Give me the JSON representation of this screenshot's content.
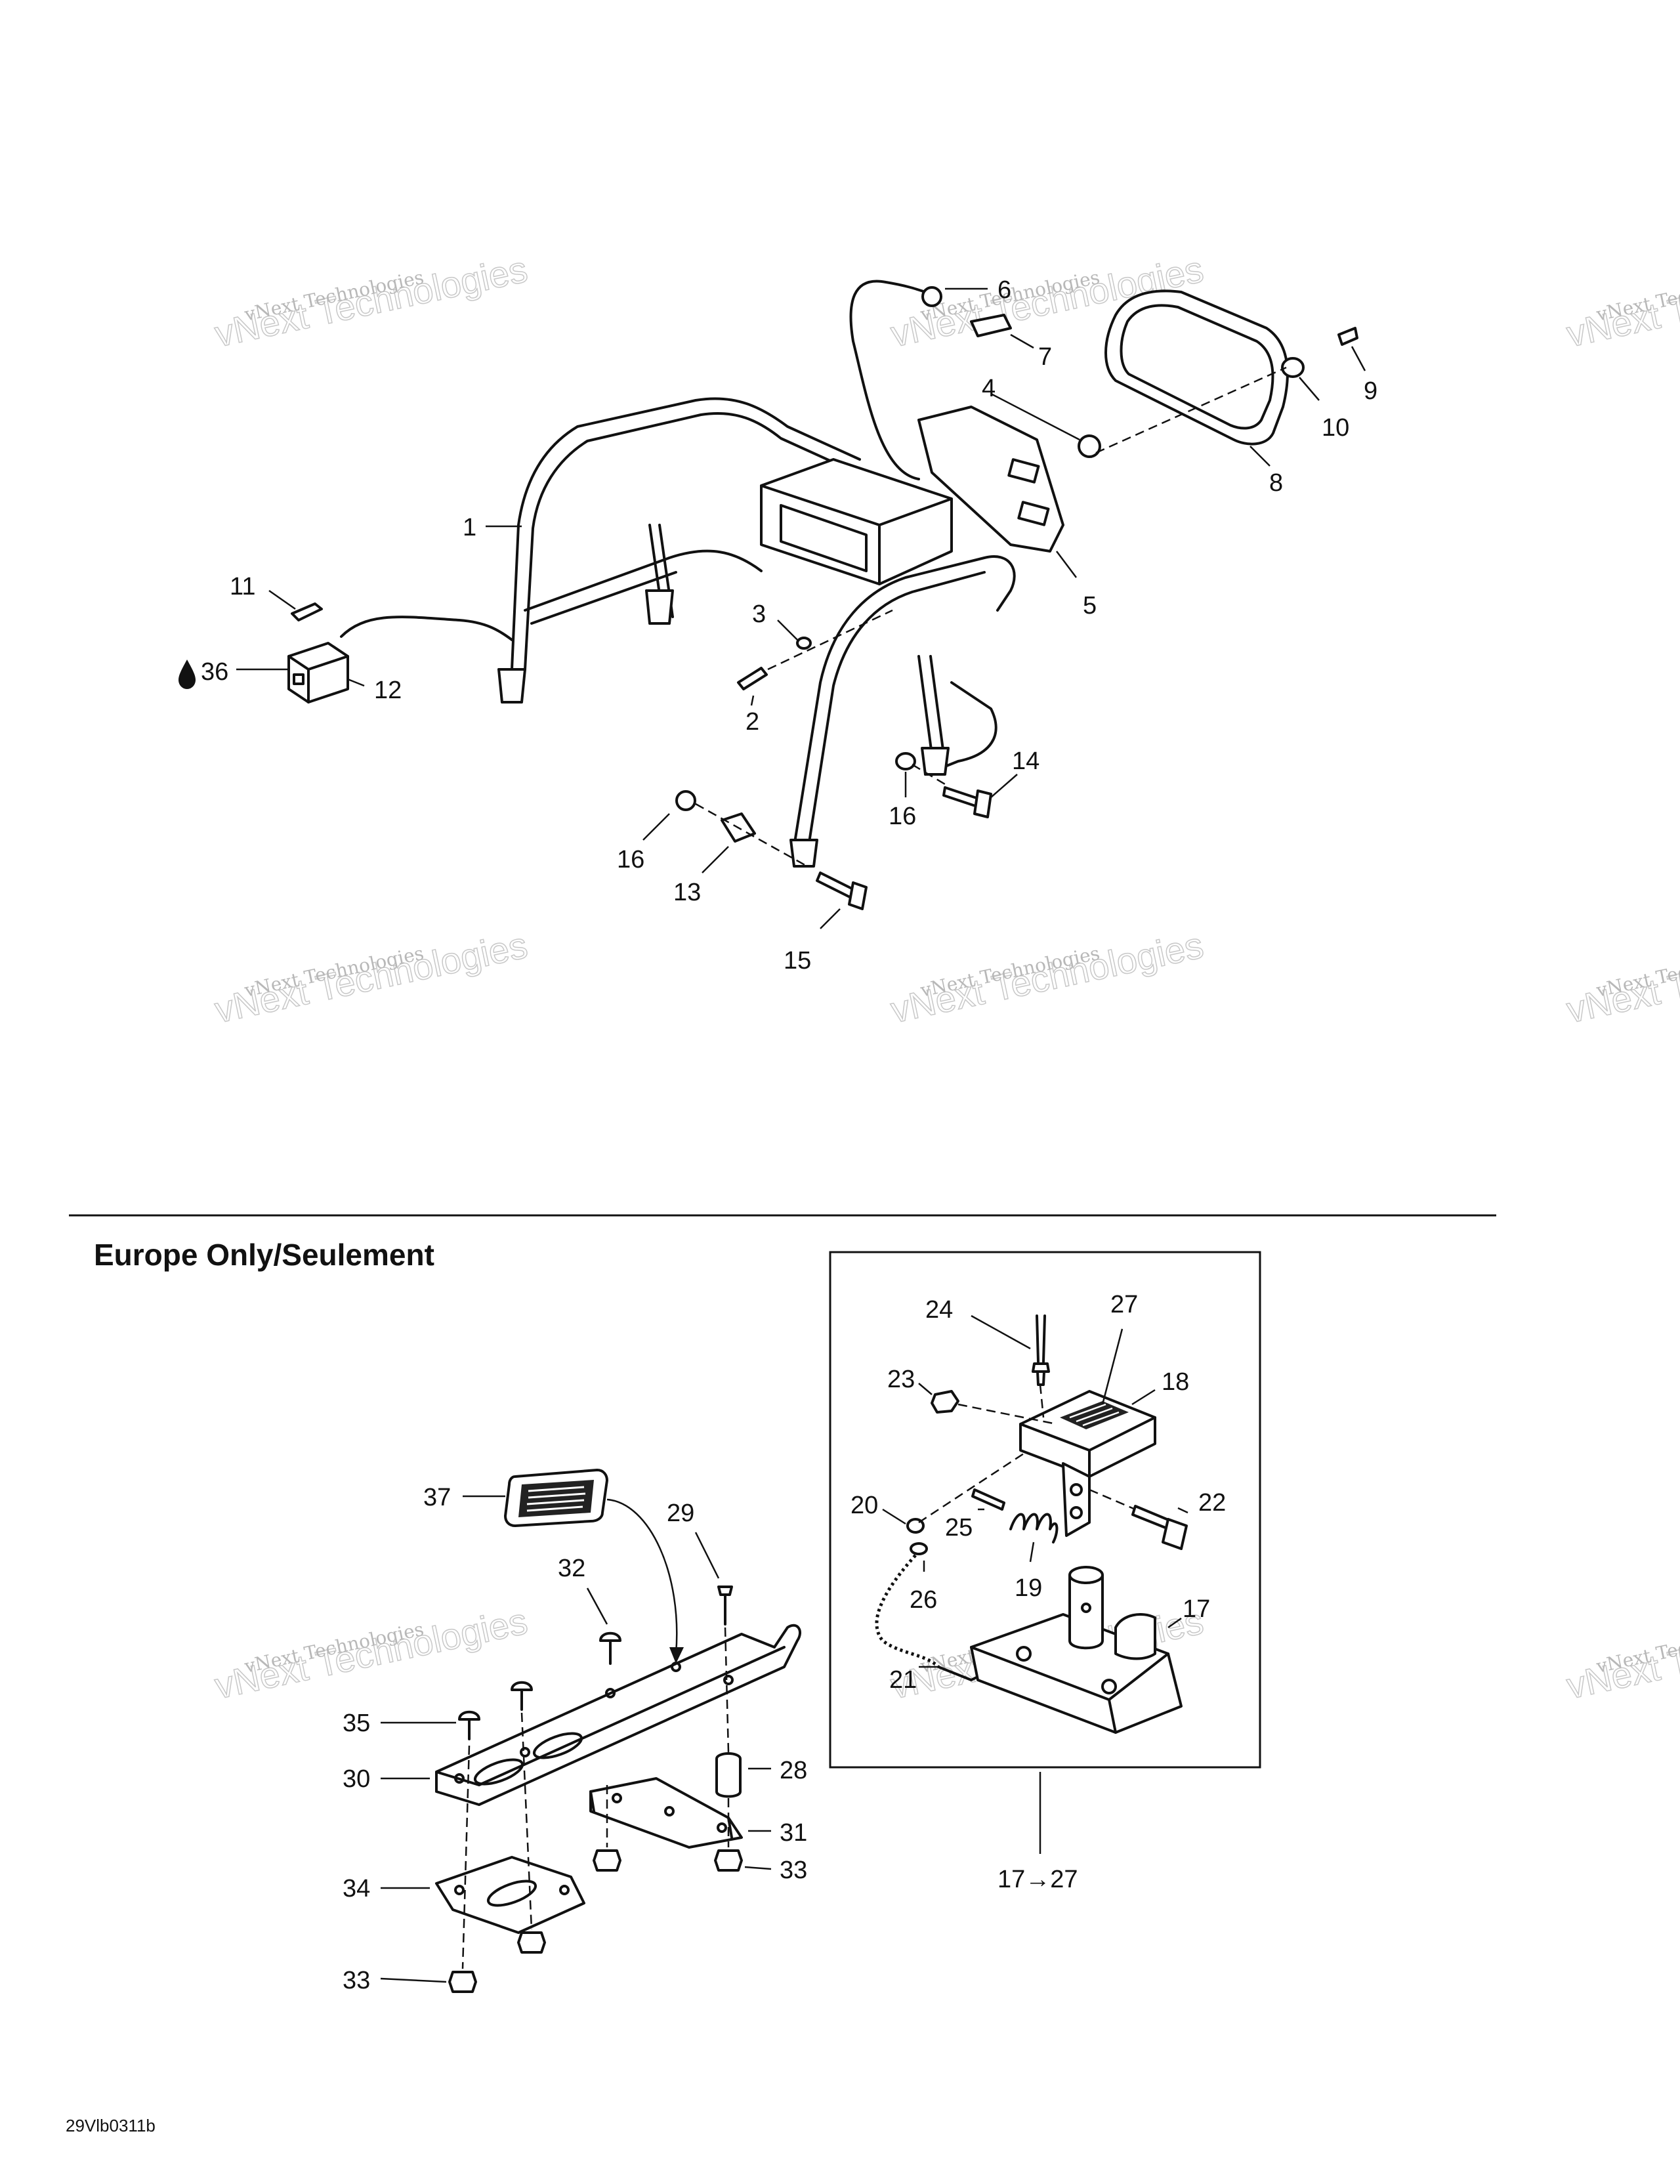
{
  "diagram": {
    "callouts_top": {
      "c1": "1",
      "c2": "2",
      "c3": "3",
      "c4": "4",
      "c5": "5",
      "c6": "6",
      "c7": "7",
      "c8": "8",
      "c9": "9",
      "c10": "10",
      "c11": "11",
      "c12": "12",
      "c13": "13",
      "c14": "14",
      "c15": "15",
      "c16a": "16",
      "c16b": "16",
      "c36": "36"
    },
    "section_title": "Europe Only/Seulement",
    "callouts_bottom": {
      "c17": "17",
      "c18": "18",
      "c19": "19",
      "c20": "20",
      "c21": "21",
      "c22": "22",
      "c23": "23",
      "c24": "24",
      "c25": "25",
      "c26": "26",
      "c27": "27",
      "c28": "28",
      "c29": "29",
      "c30": "30",
      "c31": "31",
      "c32": "32",
      "c33a": "33",
      "c33b": "33",
      "c34": "34",
      "c35": "35",
      "c37": "37",
      "kit": "17→27"
    },
    "watermark_line1": "vNext Technologies",
    "watermark_line2": "vNext Technologies",
    "drawing_code": "29Vlb0311b"
  }
}
